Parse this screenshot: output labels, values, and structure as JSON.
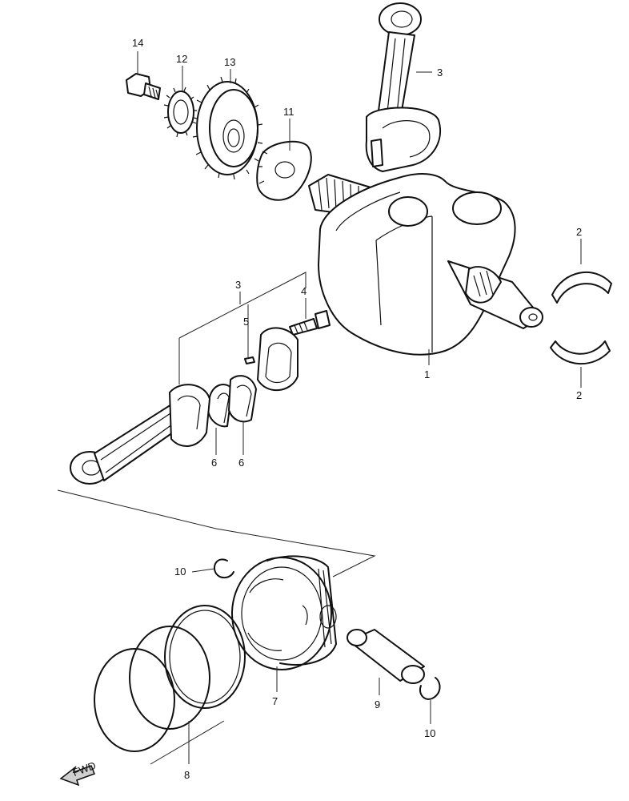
{
  "callouts": {
    "c1": "1",
    "c2a": "2",
    "c2b": "2",
    "c3a": "3",
    "c3b": "3",
    "c4": "4",
    "c5": "5",
    "c6a": "6",
    "c6b": "6",
    "c7": "7",
    "c8": "8",
    "c9": "9",
    "c10a": "10",
    "c10b": "10",
    "c11": "11",
    "c12": "12",
    "c13": "13",
    "c14": "14"
  },
  "front_arrow_label": "FWD"
}
